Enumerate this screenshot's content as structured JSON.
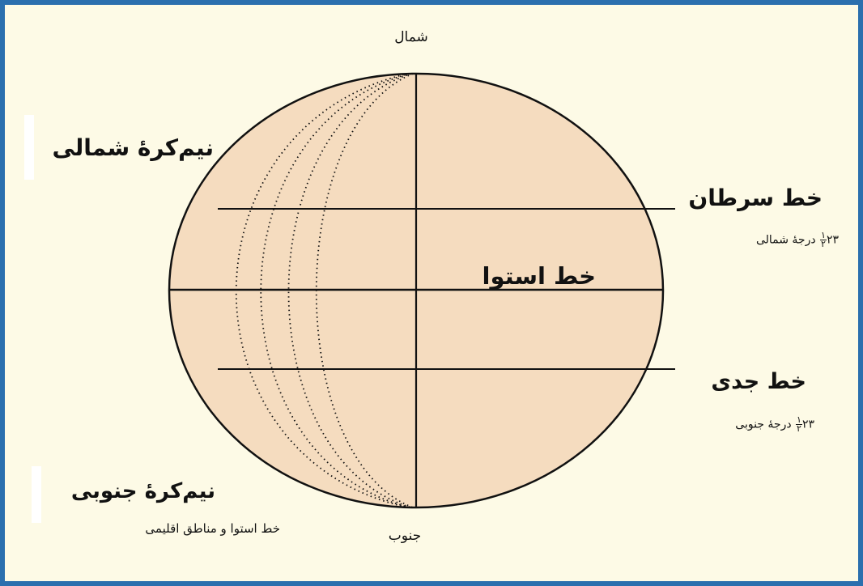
{
  "labels": {
    "north": "شمال",
    "south": "جنوب",
    "northern_hemisphere": "نیم‌کرهٔ شمالی",
    "southern_hemisphere": "نیم‌کرهٔ جنوبی",
    "tropic_cancer": "خط سرطان",
    "tropic_cancer_deg_number": "۲۳",
    "tropic_cancer_deg_frac_num": "۱",
    "tropic_cancer_deg_frac_den": "۲",
    "tropic_cancer_deg_text": "درجهٔ شمالی",
    "equator": "خط استوا",
    "tropic_capricorn": "خط جدی",
    "tropic_capricorn_deg_number": "۲۳",
    "tropic_capricorn_deg_frac_num": "۱",
    "tropic_capricorn_deg_frac_den": "۲",
    "tropic_capricorn_deg_text": "درجهٔ جنوبی",
    "caption": "خط استوا و مناطق اقلیمی"
  },
  "colors": {
    "frame_border": "#2b6fae",
    "background": "#fdfae6",
    "globe_fill": "#f5dcbf",
    "lines": "#111111"
  }
}
